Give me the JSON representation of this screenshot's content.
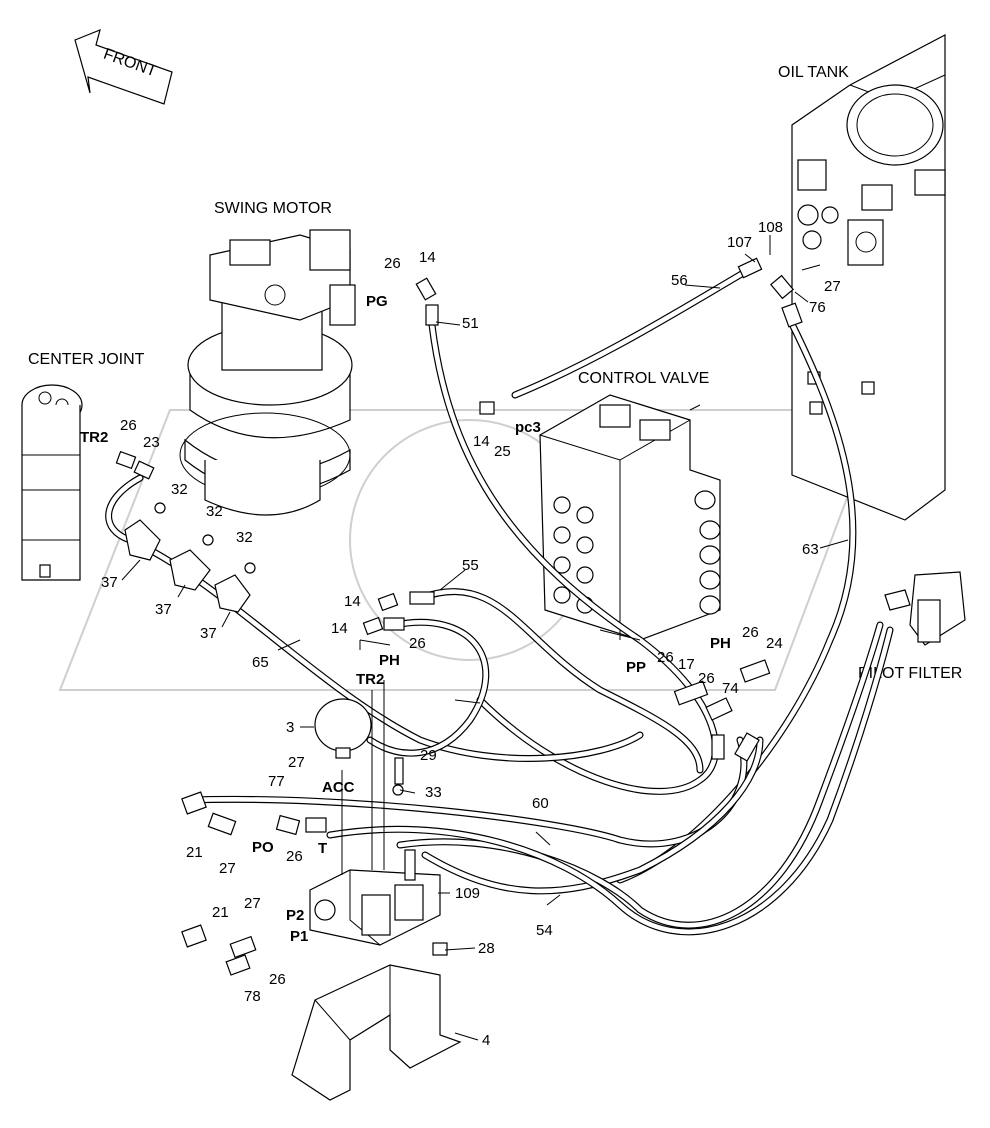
{
  "components": {
    "front": "FRONT",
    "oil_tank": "OIL TANK",
    "swing_motor": "SWING MOTOR",
    "center_joint": "CENTER JOINT",
    "control_valve": "CONTROL VALVE",
    "pilot_filter": "PILOT FILTER"
  },
  "ports": {
    "pg": "PG",
    "tr2_top": "TR2",
    "pc3": "pc3",
    "ph_mid": "PH",
    "tr2_mid": "TR2",
    "ph_right": "PH",
    "pp": "PP",
    "acc": "ACC",
    "po": "PO",
    "t": "T",
    "p2": "P2",
    "p1": "P1"
  },
  "callouts": [
    {
      "id": "c26a",
      "text": "26"
    },
    {
      "id": "c14a",
      "text": "14"
    },
    {
      "id": "c51",
      "text": "51"
    },
    {
      "id": "c56",
      "text": "56"
    },
    {
      "id": "c107",
      "text": "107"
    },
    {
      "id": "c108",
      "text": "108"
    },
    {
      "id": "c27a",
      "text": "27"
    },
    {
      "id": "c76",
      "text": "76"
    },
    {
      "id": "c26b",
      "text": "26"
    },
    {
      "id": "c23",
      "text": "23"
    },
    {
      "id": "c32a",
      "text": "32"
    },
    {
      "id": "c32b",
      "text": "32"
    },
    {
      "id": "c32c",
      "text": "32"
    },
    {
      "id": "c37a",
      "text": "37"
    },
    {
      "id": "c37b",
      "text": "37"
    },
    {
      "id": "c37c",
      "text": "37"
    },
    {
      "id": "c65",
      "text": "65"
    },
    {
      "id": "c14b",
      "text": "14"
    },
    {
      "id": "c25",
      "text": "25"
    },
    {
      "id": "c63",
      "text": "63"
    },
    {
      "id": "c55",
      "text": "55"
    },
    {
      "id": "c14c",
      "text": "14"
    },
    {
      "id": "c14d",
      "text": "14"
    },
    {
      "id": "c26c",
      "text": "26"
    },
    {
      "id": "c26d",
      "text": "26"
    },
    {
      "id": "c24",
      "text": "24"
    },
    {
      "id": "c26e",
      "text": "26"
    },
    {
      "id": "c17",
      "text": "17"
    },
    {
      "id": "c26f",
      "text": "26"
    },
    {
      "id": "c74",
      "text": "74"
    },
    {
      "id": "c3",
      "text": "3"
    },
    {
      "id": "c27b",
      "text": "27"
    },
    {
      "id": "c29",
      "text": "29"
    },
    {
      "id": "c33",
      "text": "33"
    },
    {
      "id": "c77",
      "text": "77"
    },
    {
      "id": "c60",
      "text": "60"
    },
    {
      "id": "c21a",
      "text": "21"
    },
    {
      "id": "c27c",
      "text": "27"
    },
    {
      "id": "c26g",
      "text": "26"
    },
    {
      "id": "c109",
      "text": "109"
    },
    {
      "id": "c54",
      "text": "54"
    },
    {
      "id": "c21b",
      "text": "21"
    },
    {
      "id": "c27d",
      "text": "27"
    },
    {
      "id": "c28",
      "text": "28"
    },
    {
      "id": "c26h",
      "text": "26"
    },
    {
      "id": "c78",
      "text": "78"
    },
    {
      "id": "c4",
      "text": "4"
    }
  ]
}
